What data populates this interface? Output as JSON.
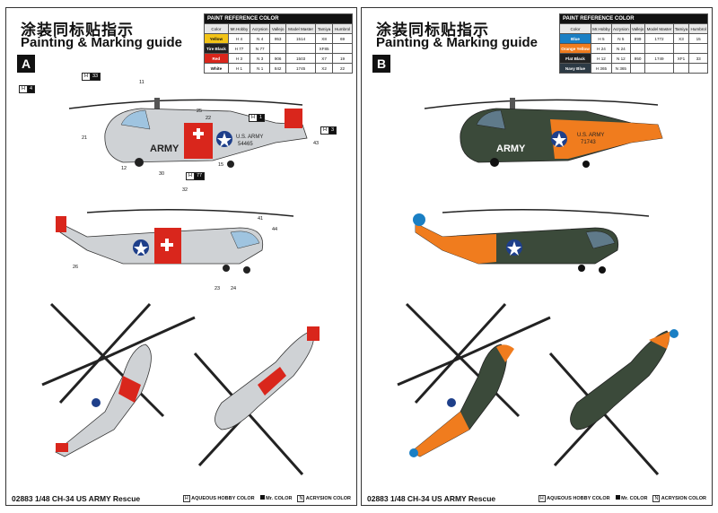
{
  "pages": [
    {
      "title_cn": "涂装同标贴指示",
      "title_en": "Painting & Marking guide",
      "variant": "A",
      "table": {
        "caption": "PAINT REFERENCE COLOR",
        "headers": [
          "Color",
          "Mr.Hobby",
          "Acrysion",
          "Vallejo",
          "Model Master",
          "Tamiya",
          "Humbrol"
        ],
        "rows": [
          {
            "name": "Yellow",
            "swatch": "#f2c316",
            "hobby": "H 4",
            "acry": "N 4",
            "vallejo": "953",
            "mm": "1514",
            "tamiya": "X8",
            "humbrol": "69"
          },
          {
            "name": "Tire Black",
            "swatch": "#222222",
            "hobby": "H 77",
            "acry": "N 77",
            "vallejo": "",
            "mm": "",
            "tamiya": "XF85",
            "humbrol": ""
          },
          {
            "name": "Red",
            "swatch": "#d9261c",
            "hobby": "H 3",
            "acry": "N 3",
            "vallejo": "906",
            "mm": "1503",
            "tamiya": "X7",
            "humbrol": "19"
          },
          {
            "name": "White",
            "swatch": "#ffffff",
            "hobby": "H 1",
            "acry": "N 1",
            "vallejo": "842",
            "mm": "1745",
            "tamiya": "X2",
            "humbrol": "22"
          }
        ]
      },
      "tags": [
        {
          "k": "H",
          "v": "33"
        },
        {
          "k": "H",
          "v": "4"
        },
        {
          "k": "H",
          "v": "3"
        },
        {
          "k": "H",
          "v": "1"
        },
        {
          "k": "H",
          "v": "77"
        }
      ],
      "numbers": [
        "11",
        "25",
        "22",
        "21",
        "12",
        "30",
        "15",
        "43",
        "32",
        "41",
        "44",
        "26",
        "23",
        "24"
      ],
      "marks": {
        "army": "ARMY",
        "us_army": "U.S. ARMY",
        "serial": "54465"
      },
      "footer": {
        "model": "02883 1/48  CH-34 US ARMY Rescue",
        "legend": [
          "AQUEOUS HOBBY COLOR",
          "Mr. COLOR",
          "ACRYSION COLOR"
        ]
      }
    },
    {
      "title_cn": "涂装同标贴指示",
      "title_en": "Painting & Marking guide",
      "variant": "B",
      "table": {
        "caption": "PAINT REFERENCE COLOR",
        "headers": [
          "Color",
          "Mr.Hobby",
          "Acrysion",
          "Vallejo",
          "Model Master",
          "Tamiya",
          "Humbrol"
        ],
        "rows": [
          {
            "name": "Blue",
            "swatch": "#1a7fc4",
            "hobby": "H 5",
            "acry": "N 5",
            "vallejo": "899",
            "mm": "1772",
            "tamiya": "X3",
            "humbrol": "15"
          },
          {
            "name": "Orange Yellow",
            "swatch": "#f07c1e",
            "hobby": "H 24",
            "acry": "N 24",
            "vallejo": "",
            "mm": "",
            "tamiya": "",
            "humbrol": ""
          },
          {
            "name": "Flat Black",
            "swatch": "#222222",
            "hobby": "H 12",
            "acry": "N 12",
            "vallejo": "950",
            "mm": "1749",
            "tamiya": "XF1",
            "humbrol": "33"
          },
          {
            "name": "Navy Blue",
            "swatch": "#2d3a44",
            "hobby": "H 365",
            "acry": "N 365",
            "vallejo": "",
            "mm": "",
            "tamiya": "",
            "humbrol": ""
          }
        ]
      },
      "marks": {
        "army": "ARMY",
        "us_army": "U.S. ARMY",
        "serial": "71743"
      },
      "footer": {
        "model": "02883 1/48  CH-34 US ARMY Rescue",
        "legend": [
          "AQUEOUS HOBBY COLOR",
          "Mr. COLOR",
          "ACRYSION COLOR"
        ]
      }
    }
  ]
}
